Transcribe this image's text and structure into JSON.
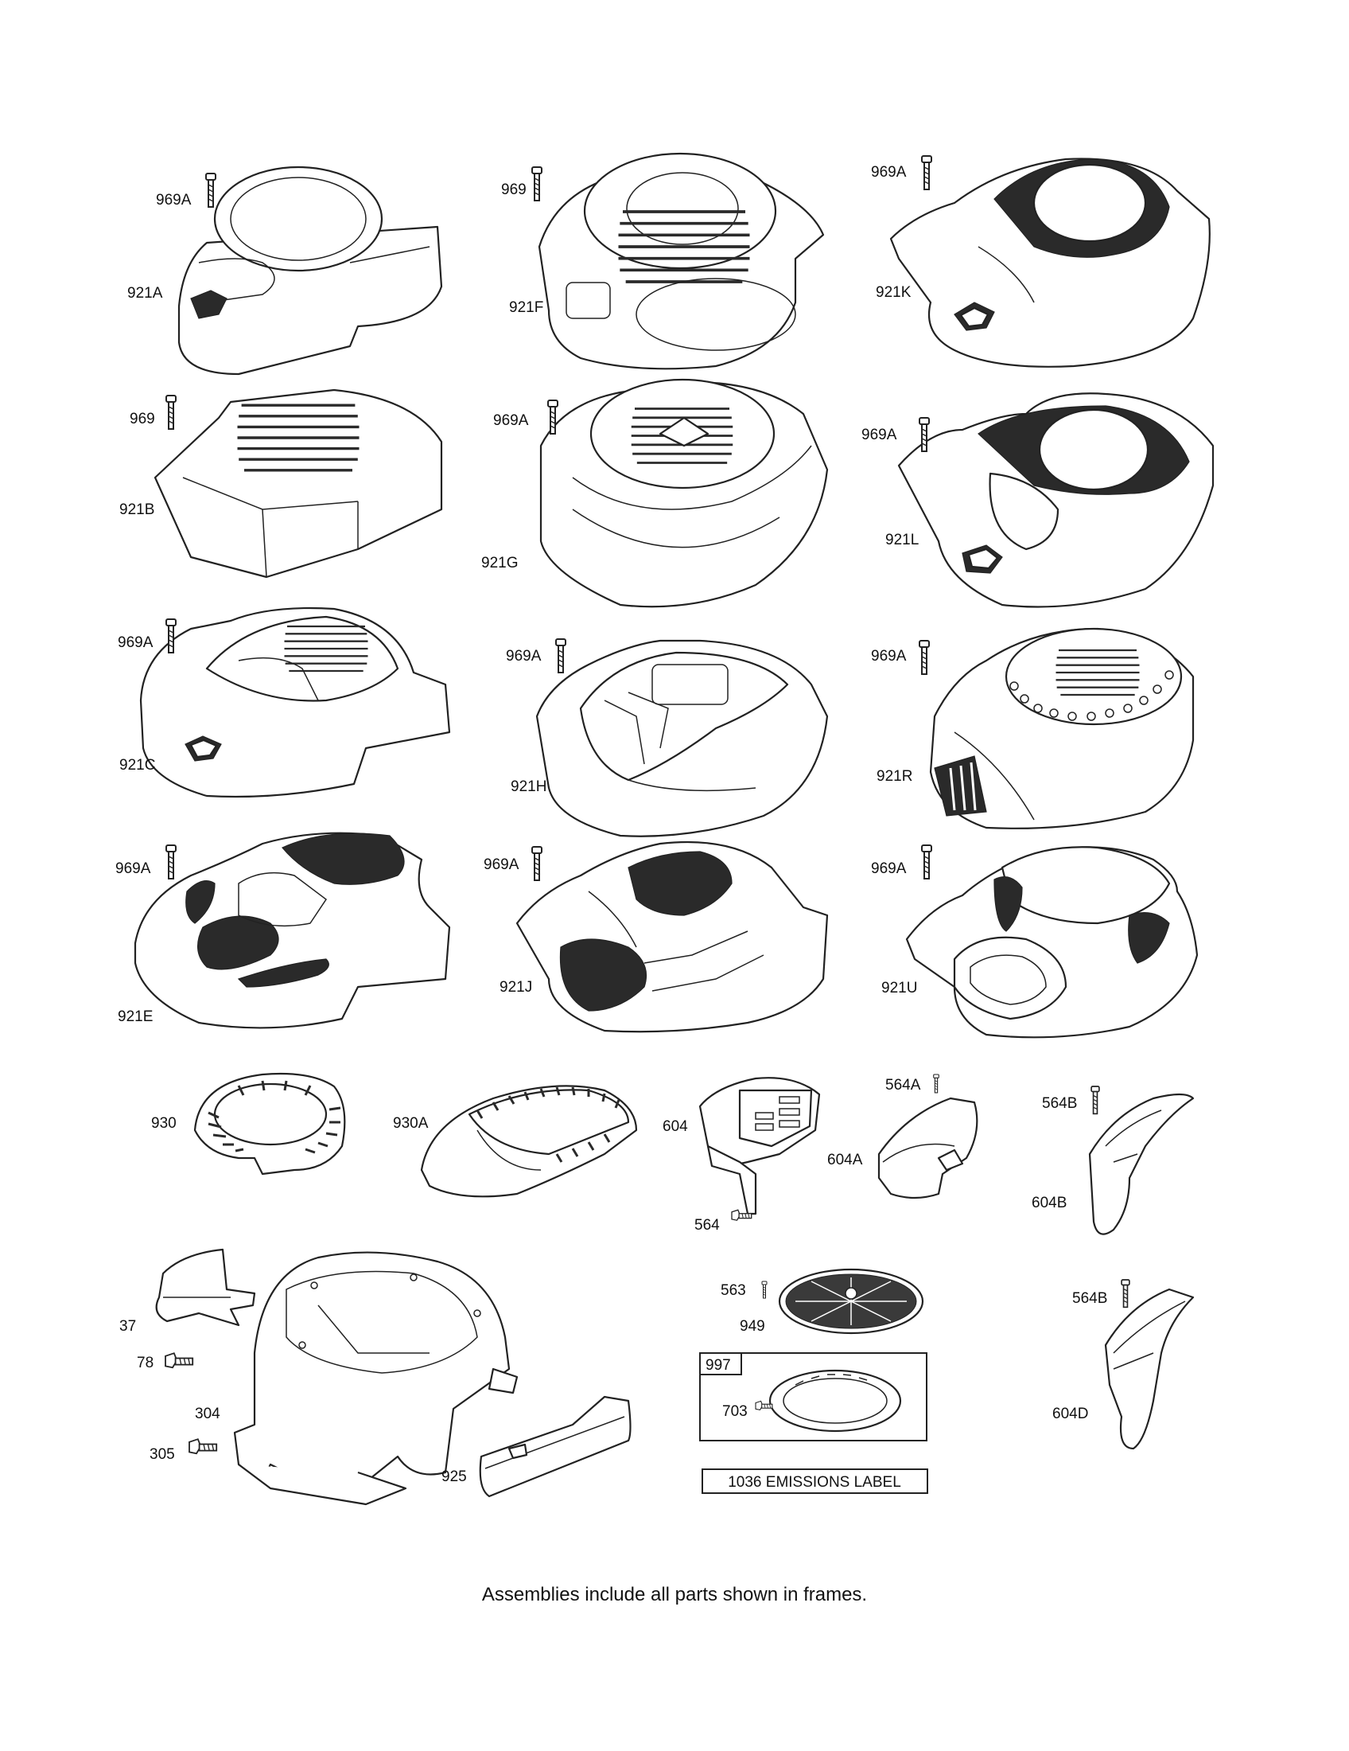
{
  "labels": {
    "p921A": "921A",
    "p969A_1": "969A",
    "p921F": "921F",
    "p969_1": "969",
    "p921K": "921K",
    "p969A_2": "969A",
    "p921B": "921B",
    "p969_2": "969",
    "p921G": "921G",
    "p969A_3": "969A",
    "p921L": "921L",
    "p969A_4": "969A",
    "p921C": "921C",
    "p969A_5": "969A",
    "p921H": "921H",
    "p969A_6": "969A",
    "p921R": "921R",
    "p969A_7": "969A",
    "p921E": "921E",
    "p969A_8": "969A",
    "p921J": "921J",
    "p969A_9": "969A",
    "p921U": "921U",
    "p969A_10": "969A",
    "p930": "930",
    "p930A": "930A",
    "p604": "604",
    "p564": "564",
    "p564A": "564A",
    "p604A": "604A",
    "p564B_1": "564B",
    "p604B": "604B",
    "p37": "37",
    "p78": "78",
    "p304": "304",
    "p305": "305",
    "p925": "925",
    "p563": "563",
    "p949": "949",
    "p997": "997",
    "p703": "703",
    "p564B_2": "564B",
    "p604D": "604D"
  },
  "emissions_label": "1036 EMISSIONS LABEL",
  "footer_note": "Assemblies include all parts shown in frames."
}
